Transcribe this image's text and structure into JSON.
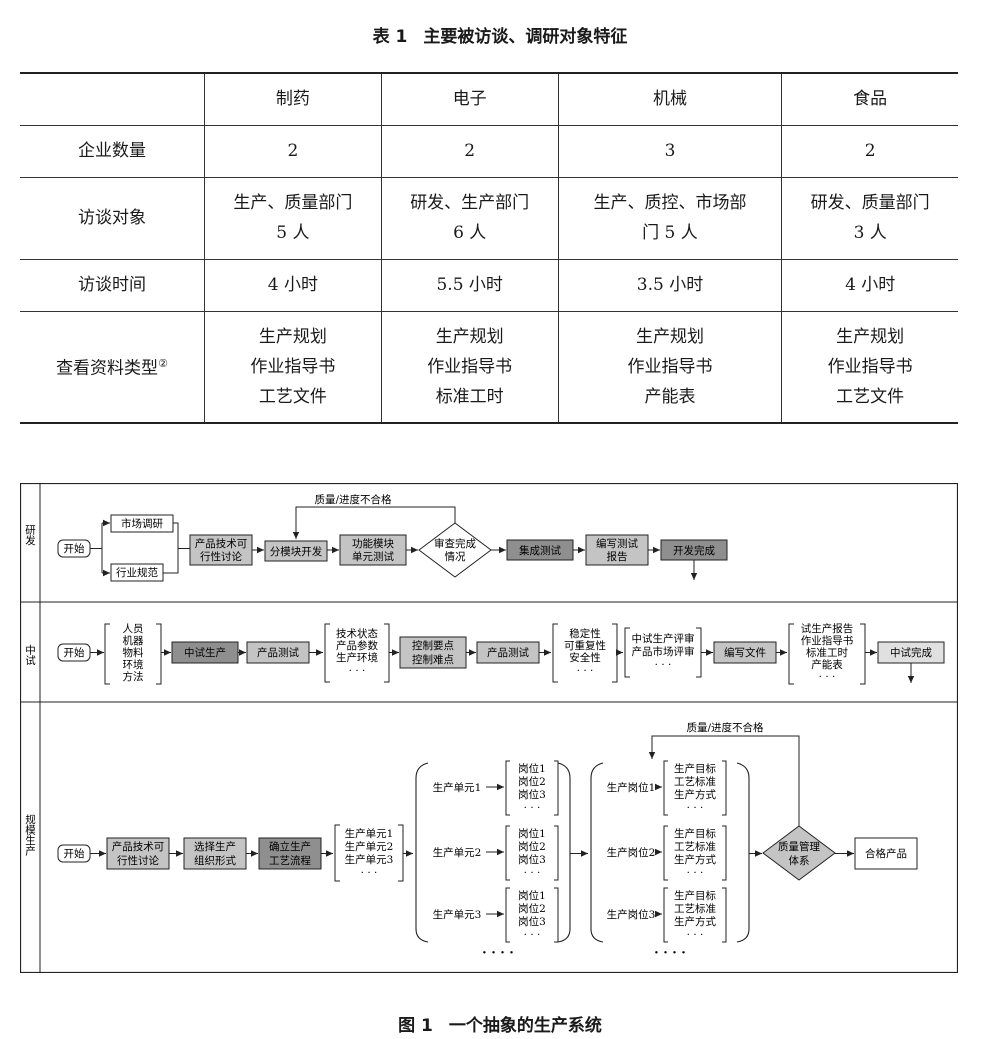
{
  "table": {
    "label": "表 1",
    "title": "主要被访谈、调研对象特征",
    "header": [
      "",
      "制药",
      "电子",
      "机械",
      "食品"
    ],
    "rows": [
      {
        "label": "企业数量",
        "cells": [
          [
            "2"
          ],
          [
            "2"
          ],
          [
            "3"
          ],
          [
            "2"
          ]
        ]
      },
      {
        "label": "访谈对象",
        "cells": [
          [
            "生产、质量部门",
            "5 人"
          ],
          [
            "研发、生产部门",
            "6 人"
          ],
          [
            "生产、质控、市场部",
            "门 5 人"
          ],
          [
            "研发、质量部门",
            "3 人"
          ]
        ]
      },
      {
        "label": "访谈时间",
        "cells": [
          [
            "4 小时"
          ],
          [
            "5.5 小时"
          ],
          [
            "3.5 小时"
          ],
          [
            "4 小时"
          ]
        ]
      },
      {
        "label": "查看资料类型",
        "note": "②",
        "cells": [
          [
            "生产规划",
            "作业指导书",
            "工艺文件"
          ],
          [
            "生产规划",
            "作业指导书",
            "标准工时"
          ],
          [
            "生产规划",
            "作业指导书",
            "产能表"
          ],
          [
            "生产规划",
            "作业指导书",
            "工艺文件"
          ]
        ]
      }
    ]
  },
  "figure": {
    "label": "图 1",
    "title": "一个抽象的生产系统",
    "lanes": {
      "rd": "研发",
      "pilot": "中试",
      "mass": "规模生产"
    },
    "rd": {
      "start": "开始",
      "market": "市场调研",
      "industry": "行业规范",
      "feasibility": [
        "产品技术可",
        "行性讨论"
      ],
      "modules": "分模块开发",
      "unit_test": [
        "功能模块",
        "单元测试"
      ],
      "feedback": "质量/进度不合格",
      "review": [
        "审查完成",
        "情况"
      ],
      "integration": "集成测试",
      "report": [
        "编写测试",
        "报告"
      ],
      "done": "开发完成"
    },
    "pilot": {
      "start": "开始",
      "factors": [
        "人员",
        "机器",
        "物料",
        "环境",
        "方法"
      ],
      "pilot_prod": "中试生产",
      "prod_test": "产品测试",
      "tech": [
        "技术状态",
        "产品参数",
        "生产环境",
        "· · ·"
      ],
      "control": [
        "控制要点",
        "控制难点"
      ],
      "prod_test2": "产品测试",
      "stability": [
        "稳定性",
        "可重复性",
        "安全性",
        "· · ·"
      ],
      "reviews": [
        "中试生产评审",
        "产品市场评审",
        "· · ·"
      ],
      "docs": "编写文件",
      "outputs": [
        "试生产报告",
        "作业指导书",
        "标准工时",
        "产能表",
        "· · ·"
      ],
      "done": "中试完成"
    },
    "mass": {
      "start": "开始",
      "feasibility": [
        "产品技术可",
        "行性讨论"
      ],
      "org": [
        "选择生产",
        "组织形式"
      ],
      "process": [
        "确立生产",
        "工艺流程"
      ],
      "units_list": [
        "生产单元1",
        "生产单元2",
        "生产单元3",
        "· · ·"
      ],
      "unit_labels": [
        "生产单元1",
        "生产单元2",
        "生产单元3"
      ],
      "positions": [
        "岗位1",
        "岗位2",
        "岗位3",
        "· · ·"
      ],
      "pos_labels": [
        "生产岗位1",
        "生产岗位2",
        "生产岗位3"
      ],
      "pos_items": [
        "生产目标",
        "工艺标准",
        "生产方式",
        "· · ·"
      ],
      "ellipsis": "· · · ·",
      "feedback": "质量/进度不合格",
      "qms": [
        "质量管理",
        "体系"
      ],
      "product": "合格产品"
    }
  }
}
